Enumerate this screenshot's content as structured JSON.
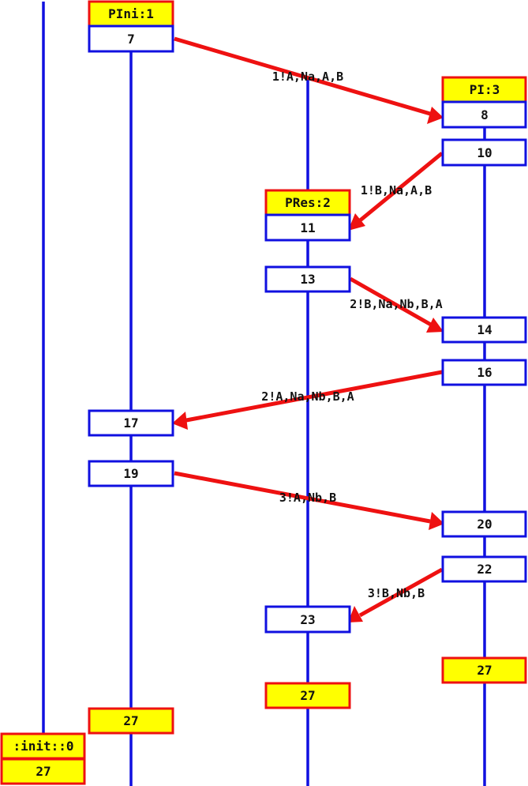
{
  "processes": [
    {
      "id": "init",
      "header": ":init::0",
      "end_label": "27"
    },
    {
      "id": "pini",
      "header": "PIni:1",
      "end_label": "27"
    },
    {
      "id": "pres",
      "header": "PRes:2",
      "end_label": "27"
    },
    {
      "id": "pi",
      "header": "PI:3",
      "end_label": "27"
    }
  ],
  "states": {
    "pini": [
      "7",
      "17",
      "19"
    ],
    "pres": [
      "11",
      "13",
      "23"
    ],
    "pi": [
      "8",
      "10",
      "14",
      "16",
      "20",
      "22"
    ]
  },
  "messages": [
    {
      "label": "1!A,Na,A,B",
      "from": "pini-7",
      "to": "pi-8"
    },
    {
      "label": "1!B,Na,A,B",
      "from": "pi-10",
      "to": "pres-11"
    },
    {
      "label": "2!B,Na,Nb,B,A",
      "from": "pres-13",
      "to": "pi-14"
    },
    {
      "label": "2!A,Na,Nb,B,A",
      "from": "pi-16",
      "to": "pini-17"
    },
    {
      "label": "3!A,Nb,B",
      "from": "pini-19",
      "to": "pi-20"
    },
    {
      "label": "3!B,Nb,B",
      "from": "pi-22",
      "to": "pres-23"
    }
  ],
  "colors": {
    "lifeline": "#1010e0",
    "message": "#ee1111",
    "header_fill": "#ffff00"
  }
}
